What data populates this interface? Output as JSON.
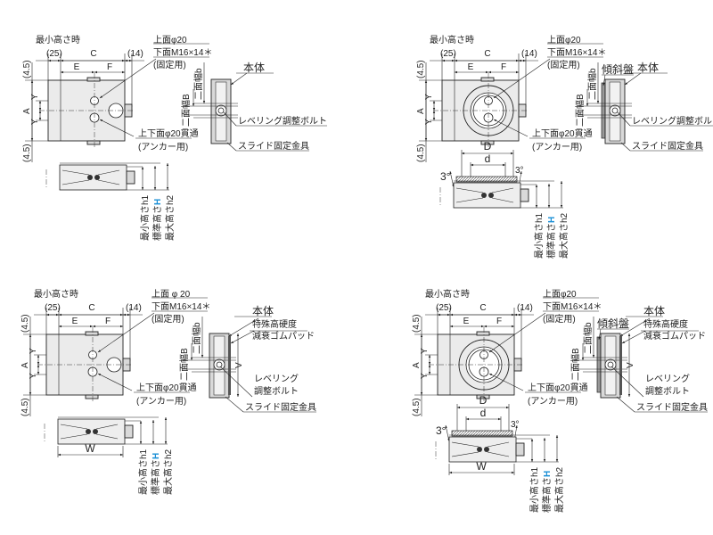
{
  "title": "Leveling mount dimensional drawings",
  "accent_color": "#1a8fd6",
  "panels": [
    {
      "variant": "standard",
      "min_height_label": "最小高さ時",
      "dim_25": "(25)",
      "dim_c": "C",
      "dim_14": "(14)",
      "dim_e": "E",
      "dim_f": "F",
      "top_hole": "上面φ20",
      "bottom_hole": "下面M16×14＊",
      "fixing": "(固定用)",
      "through_hole": "上下面φ20貫通",
      "anchor": "(アンカー用)",
      "dim_45_top": "(4.5)",
      "dim_a": "A",
      "dim_y1": "Y",
      "dim_y2": "Y",
      "dim_45_bottom": "(4.5)",
      "body": "本体",
      "width_b": "二面幅b",
      "width_B": "二面幅B",
      "leveling_bolt": "レベリング調整ボルト",
      "slide_bracket": "スライド固定金具",
      "h1": "最小高さh1",
      "h_prefix": "標準高さ",
      "h": "H",
      "h2": "最大高さh2"
    },
    {
      "variant": "tilt",
      "min_height_label": "最小高さ時",
      "dim_25": "(25)",
      "dim_c": "C",
      "dim_14": "(14)",
      "dim_e": "E",
      "dim_f": "F",
      "top_hole": "上面φ20",
      "bottom_hole": "下面M16×14＊",
      "fixing": "(固定用)",
      "through_hole": "上下面φ20貫通",
      "anchor": "(アンカー用)",
      "dim_45_top": "(4.5)",
      "dim_a": "A",
      "dim_y1": "Y",
      "dim_y2": "Y",
      "dim_45_bottom": "(4.5)",
      "tilt_plate": "傾斜盤",
      "body": "本体",
      "width_b": "二面幅b",
      "width_B": "二面幅B",
      "leveling_bolt": "レベリング調整ボルト",
      "slide_bracket": "スライド固定金具",
      "dim_D": "D",
      "dim_d": "d",
      "angle_left": "3°",
      "angle_right": "3°",
      "h1": "最小高さh1",
      "h_prefix": "標準高さ",
      "h": "H",
      "h2": "最大高さh2"
    },
    {
      "variant": "rubber",
      "min_height_label": "最小高さ時",
      "dim_25": "(25)",
      "dim_c": "C",
      "dim_14": "(14)",
      "dim_e": "E",
      "dim_f": "F",
      "top_hole": "上面 φ 20",
      "bottom_hole": "下面M16×14＊",
      "fixing": "(固定用)",
      "through_hole": "上下面φ20貫通",
      "anchor": "(アンカー用)",
      "dim_45_top": "(4.5)",
      "dim_a": "A",
      "dim_y1": "Y",
      "dim_y2": "Y",
      "dim_45_bottom": "(4.5)",
      "body": "本体",
      "rubber_1": "特殊高硬度",
      "rubber_2": "減衰ゴムパッド",
      "dim_V": "V",
      "width_b": "二面幅b",
      "width_B": "二面幅B",
      "leveling_1": "レベリング",
      "leveling_2": "調整ボルト",
      "slide_bracket": "スライド固定金具",
      "dim_W": "W",
      "h1": "最小高さh1",
      "h_prefix": "標準高さ",
      "h": "H",
      "h2": "最大高さh2"
    },
    {
      "variant": "tilt-rubber",
      "min_height_label": "最小高さ時",
      "dim_25": "(25)",
      "dim_c": "C",
      "dim_14": "(14)",
      "dim_e": "E",
      "dim_f": "F",
      "top_hole": "上面φ20",
      "bottom_hole": "下面M16×14＊",
      "fixing": "(固定用)",
      "through_hole": "上下面φ20貫通",
      "anchor": "(アンカー用)",
      "dim_45_top": "(4.5)",
      "dim_a": "A",
      "dim_y1": "Y",
      "dim_y2": "Y",
      "dim_45_bottom": "(4.5)",
      "tilt_plate": "傾斜盤",
      "body": "本体",
      "rubber_1": "特殊高硬度",
      "rubber_2": "減衰ゴムパッド",
      "dim_V": "V",
      "width_b": "二面幅b",
      "width_B": "二面幅B",
      "leveling_1": "レベリング",
      "leveling_2": "調整ボルト",
      "slide_bracket": "スライド固定金具",
      "dim_D": "D",
      "dim_d": "d",
      "angle_left": "3°",
      "angle_right": "3°",
      "dim_W": "W",
      "h1": "最小高さh1",
      "h_prefix": "標準高さ",
      "h": "H",
      "h2": "最大高さh2"
    }
  ]
}
